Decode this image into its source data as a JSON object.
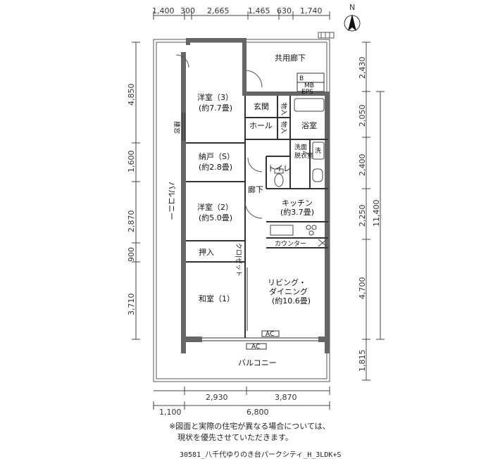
{
  "dimensions": {
    "top": [
      "1,400",
      "300",
      "2,665",
      "1,465",
      "630",
      "1,740"
    ],
    "left": [
      "4,850",
      "1,600",
      "2,870",
      "900",
      "3,710"
    ],
    "right": [
      "2,430",
      "2,050",
      "2,400",
      "2,250",
      "4,700",
      "1,815"
    ],
    "right_total": "11,400",
    "bottom_row1": [
      "2,930",
      "3,870"
    ],
    "bottom_row2": [
      "1,100",
      "6,800"
    ]
  },
  "compass": "N",
  "rooms": {
    "room3_name": "洋室（3）",
    "room3_size": "(約7.7畳)",
    "nando_name": "納戸（S）",
    "nando_size": "(約2.8畳)",
    "room2_name": "洋室（2）",
    "room2_size": "(約5.0畳)",
    "oshiire": "押入",
    "closet": "クロ|ゼット",
    "washitsu_name": "和室（1）",
    "living_name1": "リビング・",
    "living_name2": "ダイニング",
    "living_size": "(約10.6畳)",
    "kitchen_name": "キッチン",
    "kitchen_size": "(約3.7畳)",
    "counter": "カウンター",
    "genkan": "玄関",
    "hall": "ホール",
    "storage1": "物入",
    "storage2": "物入",
    "bath": "浴室",
    "washroom1": "洗面",
    "washroom2": "脱衣室",
    "wash_mark": "洗",
    "toilet": "トイレ",
    "corridor": "廊下",
    "common_corridor": "共用廊下",
    "mb": "MB",
    "b": "B",
    "eps": "EPS",
    "balcony_side": "バルコニー",
    "balcony_bottom": "バルコニー",
    "koshimado": "腰窓",
    "ac1": "AC",
    "ac2": "AC"
  },
  "note_line1": "※図面と実際の住宅が異なる場合については、",
  "note_line2": "現状を優先させていただきます。",
  "caption": "30581_八千代ゆりのき台パークシティ_H_3LDK+S"
}
